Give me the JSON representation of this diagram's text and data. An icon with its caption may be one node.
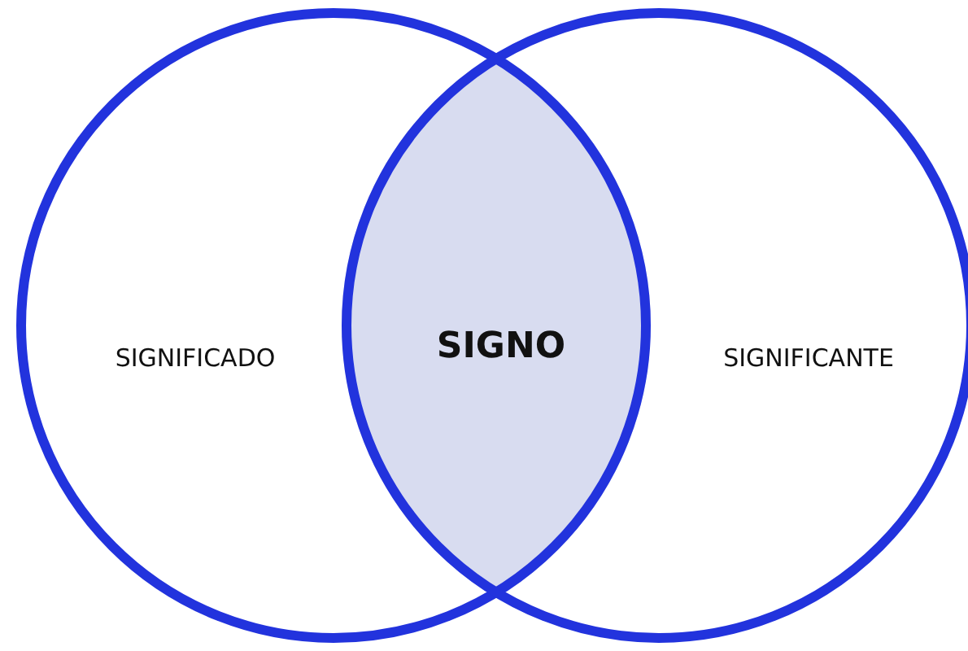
{
  "diagram": {
    "nodes": [
      {
        "text": [
          "SIGNIFICADO"
        ]
      },
      {
        "text": [
          "SIGNO"
        ]
      },
      {
        "text": [
          "SIGNIFICANTE"
        ]
      }
    ]
  }
}
